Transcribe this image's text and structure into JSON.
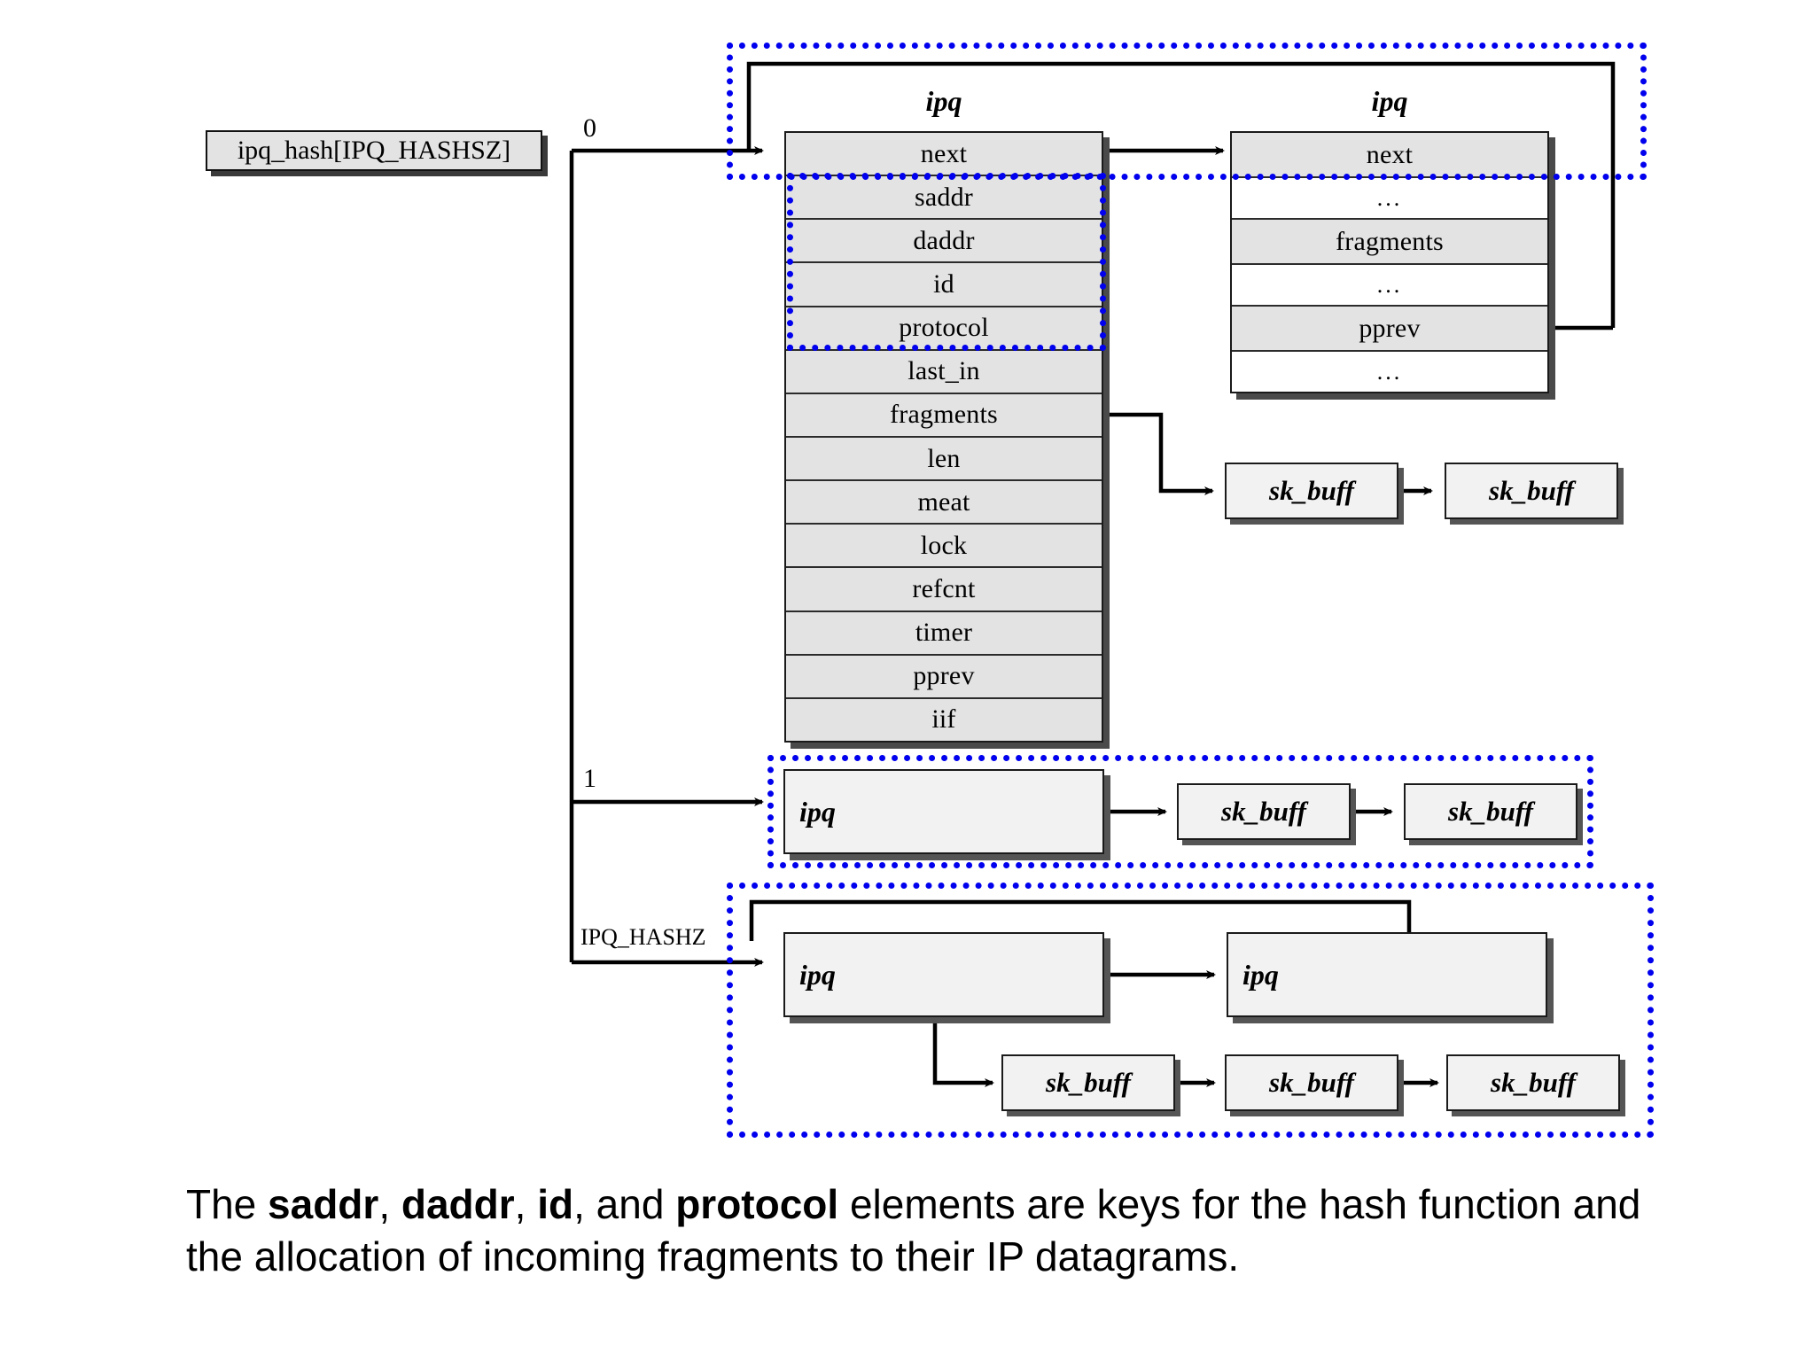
{
  "diagram": {
    "hash_table": {
      "label": "ipq_hash[IPQ_HASHSZ]"
    },
    "bucket_labels": {
      "zero": "0",
      "one": "1",
      "last": "IPQ_HASHZ"
    },
    "struct_title": "ipq",
    "ipq_primary": {
      "title": "ipq",
      "fields": [
        "next",
        "saddr",
        "daddr",
        "id",
        "protocol",
        "last_in",
        "fragments",
        "len",
        "meat",
        "lock",
        "refcnt",
        "timer",
        "pprev",
        "iif"
      ]
    },
    "ipq_secondary": {
      "title": "ipq",
      "fields": [
        "next",
        "...",
        "fragments",
        "...",
        "pprev",
        "..."
      ]
    },
    "sk_buff_label": "sk_buff",
    "ipq_label": "ipq",
    "row_bucket0_skbuffs": [
      "sk_buff",
      "sk_buff"
    ],
    "row_bucket1": {
      "ipq": "ipq",
      "skbuffs": [
        "sk_buff",
        "sk_buff"
      ]
    },
    "row_bucketlast": {
      "ipq_first": "ipq",
      "ipq_second": "ipq",
      "skbuffs": [
        "sk_buff",
        "sk_buff",
        "sk_buff"
      ]
    },
    "highlight_color": "#0000ee"
  },
  "caption": {
    "part1": "The ",
    "key1": "saddr",
    "sep1": ", ",
    "key2": "daddr",
    "sep2": ", ",
    "key3": "id",
    "sep3": ", and ",
    "key4": "protocol",
    "part2": " elements are keys for the hash function and the allocation of incoming fragments to their IP datagrams."
  }
}
